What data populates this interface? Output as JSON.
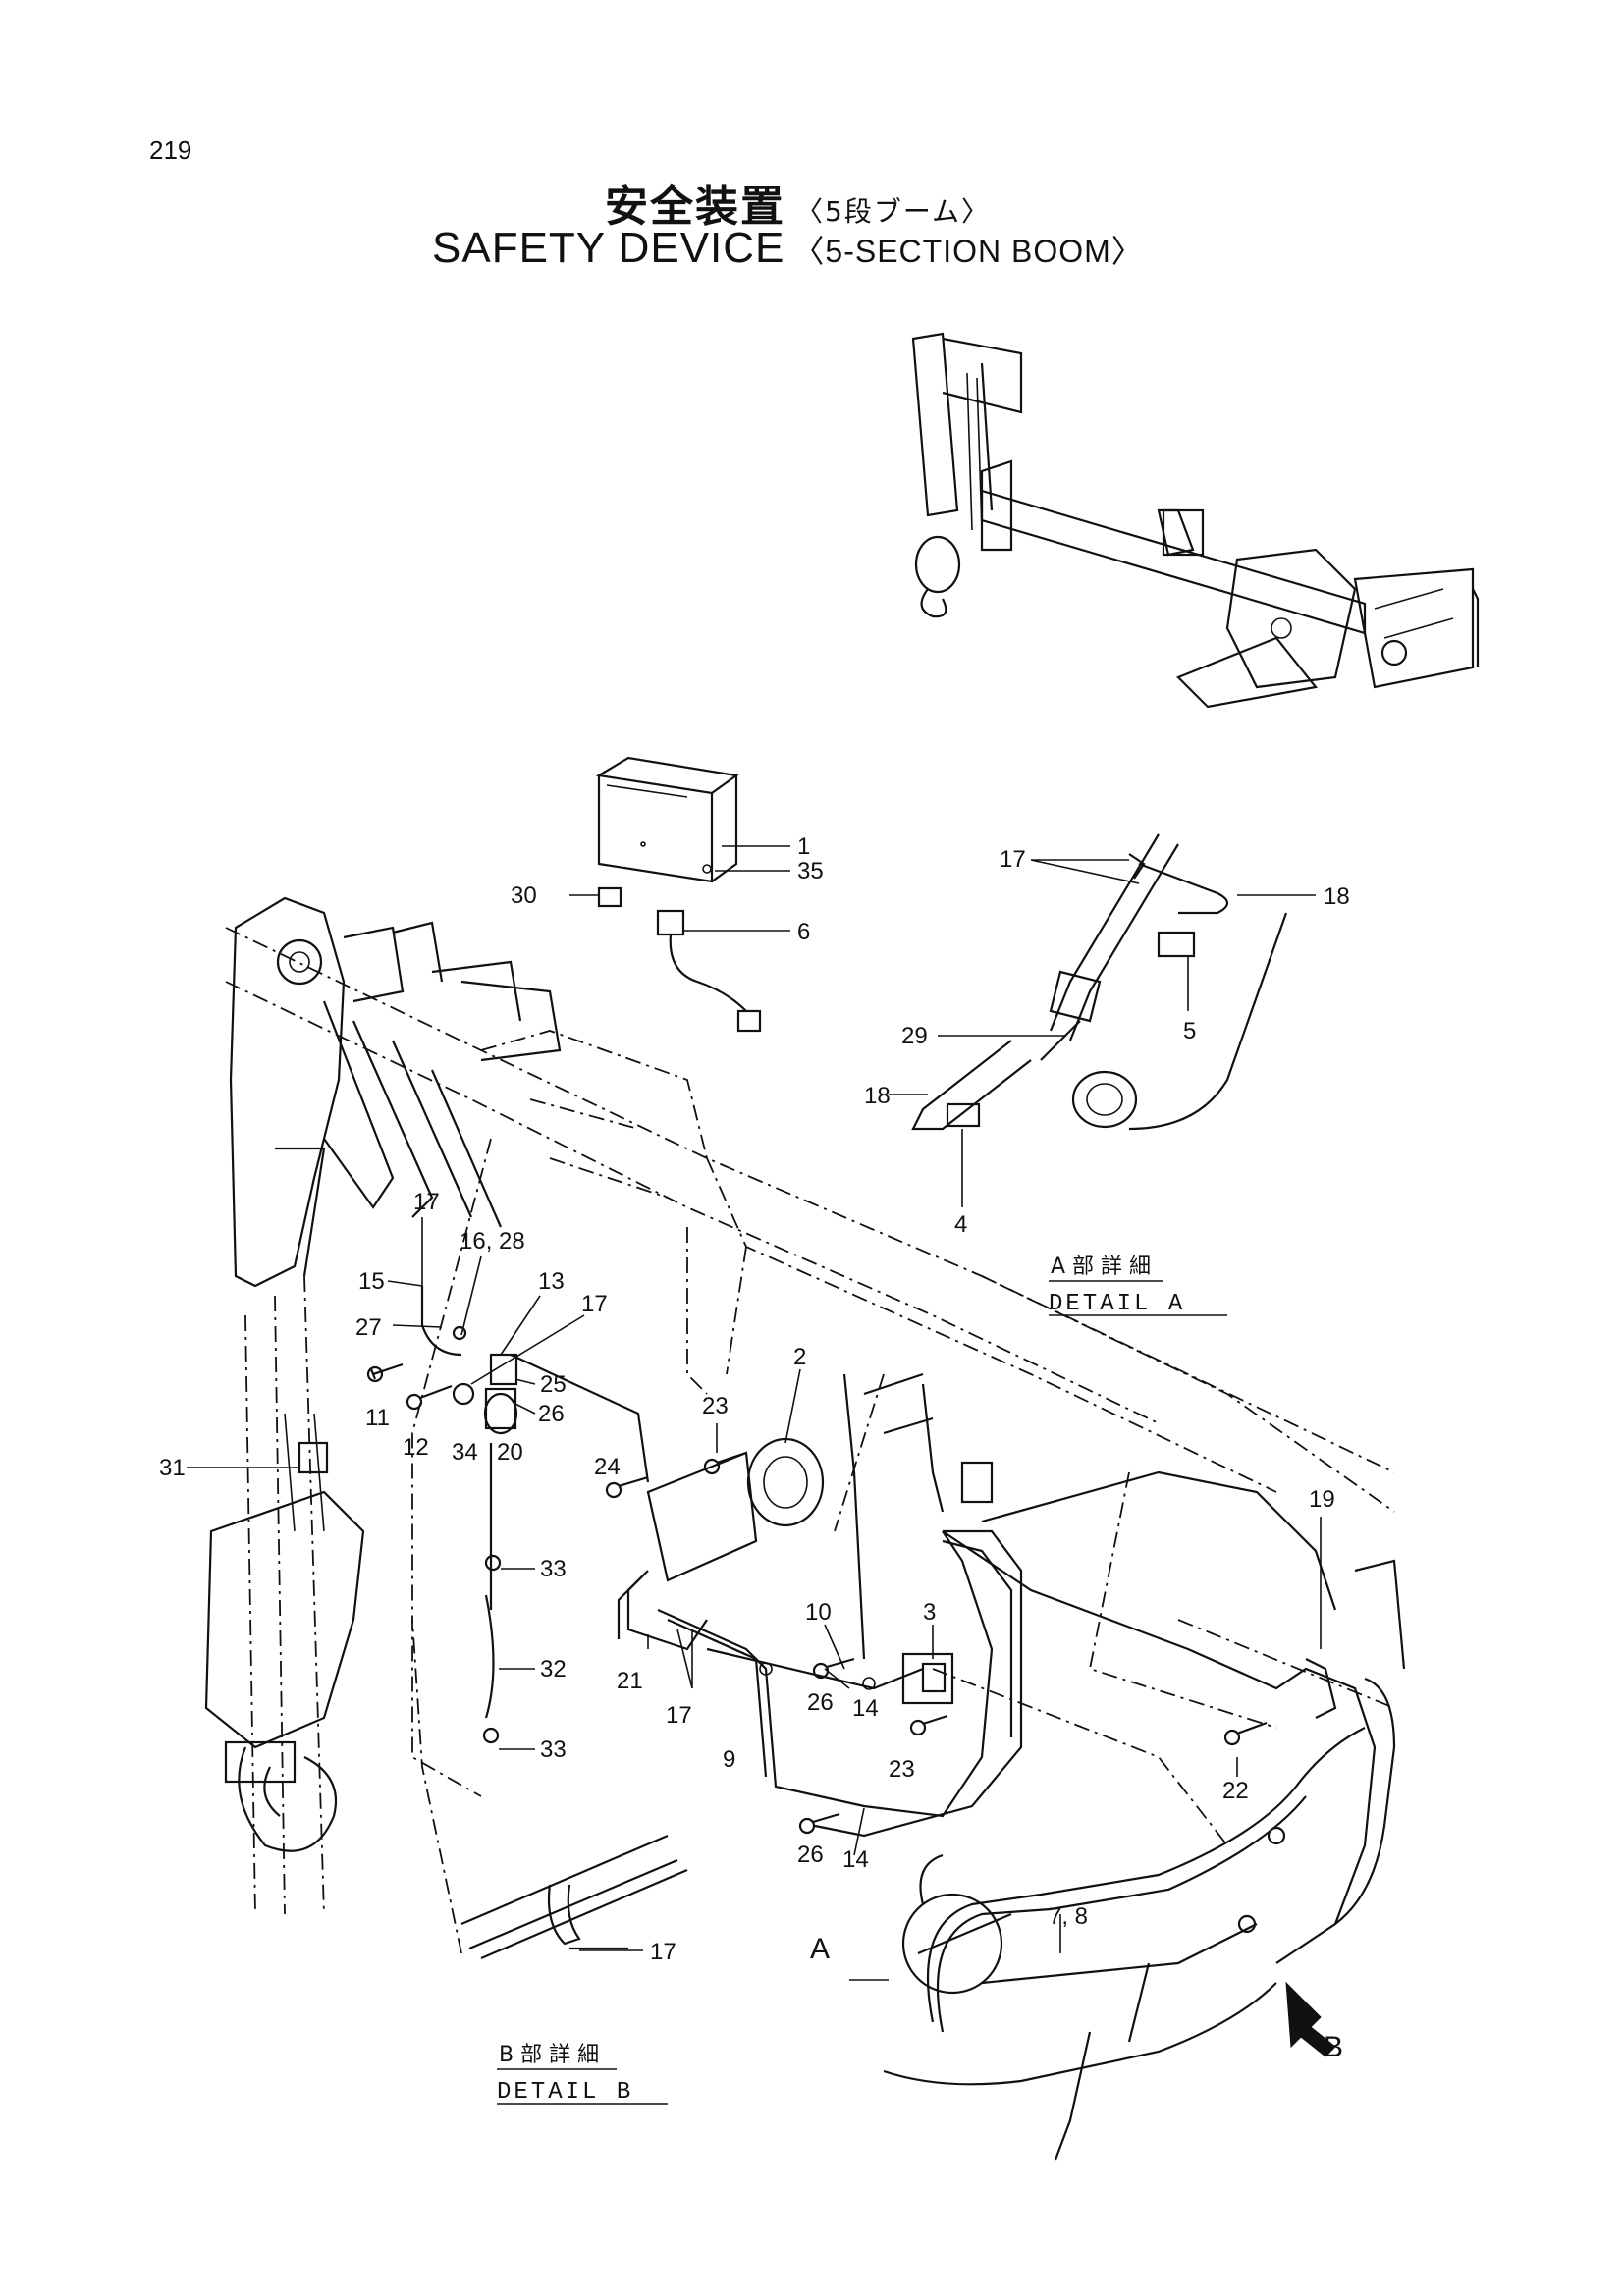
{
  "page_number": "219",
  "title": {
    "jp_main": "安全装置",
    "jp_sub": "〈5段ブーム〉",
    "en_main": "SAFETY DEVICE",
    "en_sub": "〈5-SECTION BOOM〉"
  },
  "detail_a": {
    "jp": "A 部 詳 細",
    "en": "DETAIL A"
  },
  "detail_b": {
    "jp": "B 部 詳 細",
    "en": "DETAIL B"
  },
  "pointer_labels": {
    "a": "A",
    "b": "B"
  },
  "callouts": [
    "1",
    "35",
    "30",
    "6",
    "17",
    "18",
    "5",
    "29",
    "18",
    "4",
    "17",
    "16, 28",
    "15",
    "13",
    "27",
    "17",
    "25",
    "11",
    "26",
    "12",
    "34",
    "20",
    "31",
    "23",
    "2",
    "24",
    "33",
    "10",
    "3",
    "32",
    "21",
    "17",
    "26",
    "14",
    "23",
    "9",
    "33",
    "19",
    "22",
    "26",
    "14",
    "7, 8",
    "17"
  ]
}
